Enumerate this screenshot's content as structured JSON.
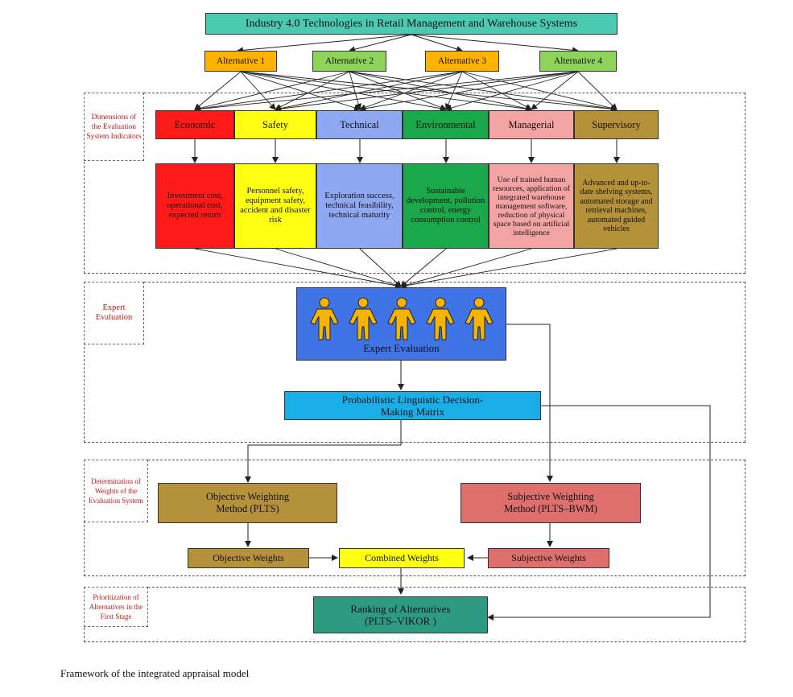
{
  "title": "Industry 4.0 Technologies in Retail Management and Warehouse Systems",
  "alternatives": [
    "Alternative 1",
    "Alternative 2",
    "Alternative 3",
    "Alternative 4"
  ],
  "sections": {
    "dimensions": "Dimensions of the Evaluation System Indicators",
    "expert": "Expert Evaluation",
    "weights": "Determination of Weights of the Evaluation System",
    "prioritization": "Prioritization of Alternatives in the First Stage"
  },
  "dimensions": [
    {
      "title": "Economic",
      "detail": "Investment cost, operational cost, expected return",
      "color": "#ff1a1a"
    },
    {
      "title": "Safety",
      "detail": "Personnel safety, equipment safety, accident and disaster risk",
      "color": "#ffff14"
    },
    {
      "title": "Technical",
      "detail": "Exploration success, technical feasibility, technical maturity",
      "color": "#8fa8f2"
    },
    {
      "title": "Environmental",
      "detail": "Sustainable development, pollution control, energy consumption control",
      "color": "#1aa84a"
    },
    {
      "title": "Managerial",
      "detail": "Use of trained human resources, application of integrated warehouse management software, reduction of physical space based on artificial intelligence",
      "color": "#f4a3a3"
    },
    {
      "title": "Supervisory",
      "detail": "Advanced and up-to-date shelving systems, automated storage and retrieval machines, automated guided vehicles",
      "color": "#b59139"
    }
  ],
  "expert_evaluation": "Expert Evaluation",
  "pldm_matrix": "Probabilistic Linguistic Decision-Making Matrix",
  "objective_method": "Objective Weighting Method (PLTS)",
  "subjective_method": "Subjective Weighting Method (PLTS–BWM)",
  "objective_weights": "Objective Weights",
  "combined_weights": "Combined Weights",
  "subjective_weights": "Subjective Weights",
  "ranking": "Ranking of Alternatives (PLTS–VIKOR )",
  "caption": "Framework of the integrated appraisal model",
  "colors": {
    "title_bg": "#4cc9b3",
    "alt_orange": "#ffb300",
    "alt_green": "#8ed35a",
    "expert_bg": "#3f73e6",
    "figure_fill": "#f5b400",
    "matrix_bg": "#19aee8",
    "objective_bg": "#b5913c",
    "subjective_bg": "#de6f6c",
    "combined_bg": "#ffff14",
    "ranking_bg": "#2f9a82",
    "section_label_text": "#c01818"
  }
}
